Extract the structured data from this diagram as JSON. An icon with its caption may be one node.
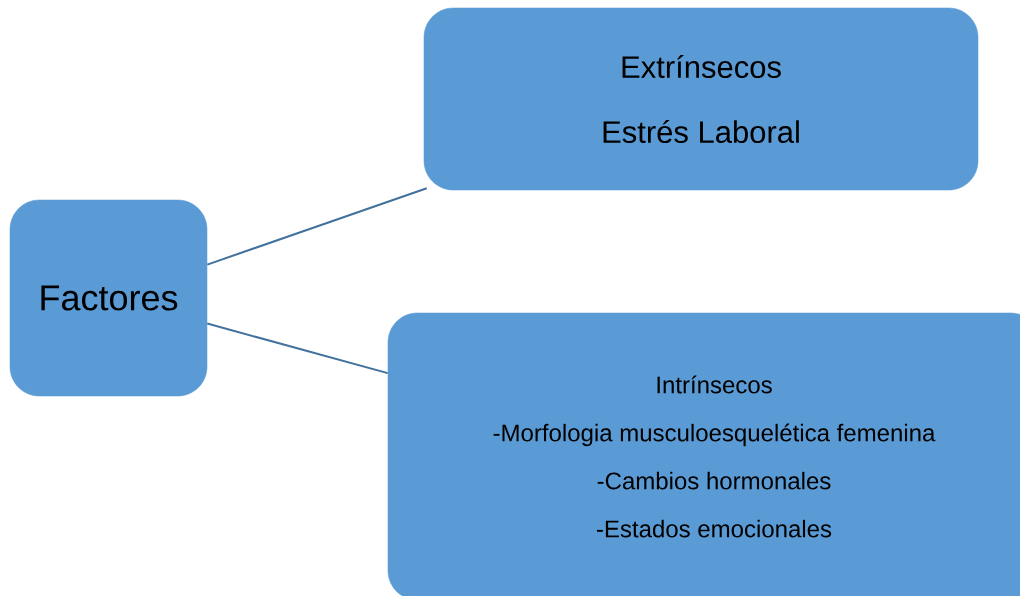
{
  "diagram": {
    "nodes": [
      {
        "text": [
          "Factores"
        ]
      },
      {
        "text": [
          "Extrínsecos",
          "Estrés Laboral"
        ]
      },
      {
        "text": [
          "Intrínsecos",
          "-Morfologia musculoesquelética femenina",
          "-Cambios hormonales",
          "-Estados emocionales"
        ]
      }
    ],
    "edges": [
      {
        "from": 0,
        "to": 1,
        "arrow": "none"
      },
      {
        "from": 0,
        "to": 2,
        "arrow": "none"
      }
    ]
  }
}
